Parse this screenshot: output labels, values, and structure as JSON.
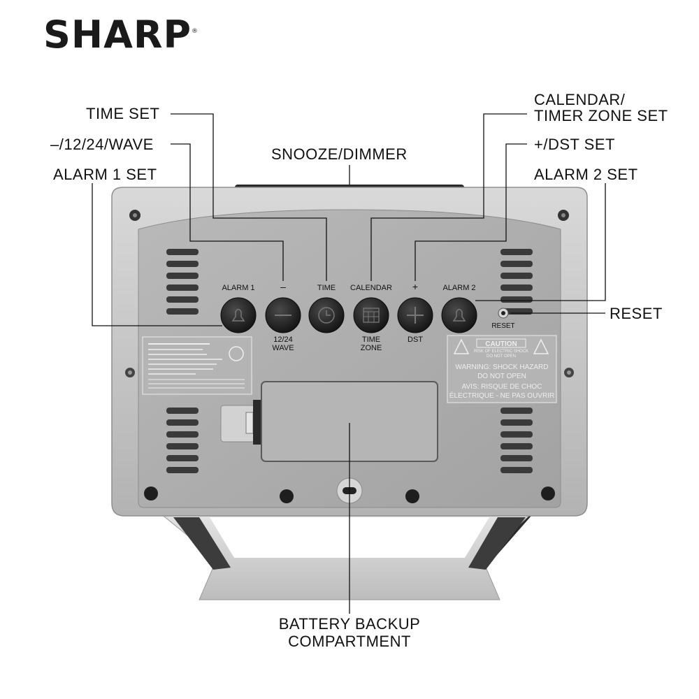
{
  "brand": {
    "name": "SHARP",
    "mark": "®"
  },
  "callouts": {
    "time_set": "TIME SET",
    "wave": "–/12/24/WAVE",
    "alarm1_set": "ALARM 1 SET",
    "snooze": "SNOOZE/DIMMER",
    "calendar_line1": "CALENDAR/",
    "calendar_line2": "TIMER ZONE SET",
    "dst_set": "+/DST SET",
    "alarm2_set": "ALARM 2 SET",
    "reset": "RESET",
    "battery_line1": "BATTERY BACKUP",
    "battery_line2": "COMPARTMENT"
  },
  "buttons": {
    "alarm1": {
      "top": "ALARM 1"
    },
    "minus": {
      "top": "–",
      "bottom1": "12/24",
      "bottom2": "WAVE"
    },
    "time": {
      "top": "TIME"
    },
    "calendar": {
      "top": "CALENDAR",
      "bottom1": "TIME",
      "bottom2": "ZONE"
    },
    "plus": {
      "top": "+",
      "bottom1": "DST"
    },
    "alarm2": {
      "top": "ALARM 2"
    },
    "reset": {
      "label": "RESET"
    }
  },
  "caution_plate": {
    "title": "CAUTION",
    "sub1": "RISK OF ELECTRIC SHOCK",
    "sub2": "DO NOT OPEN",
    "line1": "WARNING: SHOCK HAZARD",
    "line2": "DO NOT OPEN",
    "line3": "AVIS: RISQUE DE CHOC",
    "line4": "ÉLECTRIQUE - NE PAS OUVRIR"
  },
  "colors": {
    "body": "#bdbdbd",
    "panel": "#a9a9a9",
    "button": "#1f1f1f",
    "vent": "#3a3a3a",
    "line": "#111111"
  }
}
